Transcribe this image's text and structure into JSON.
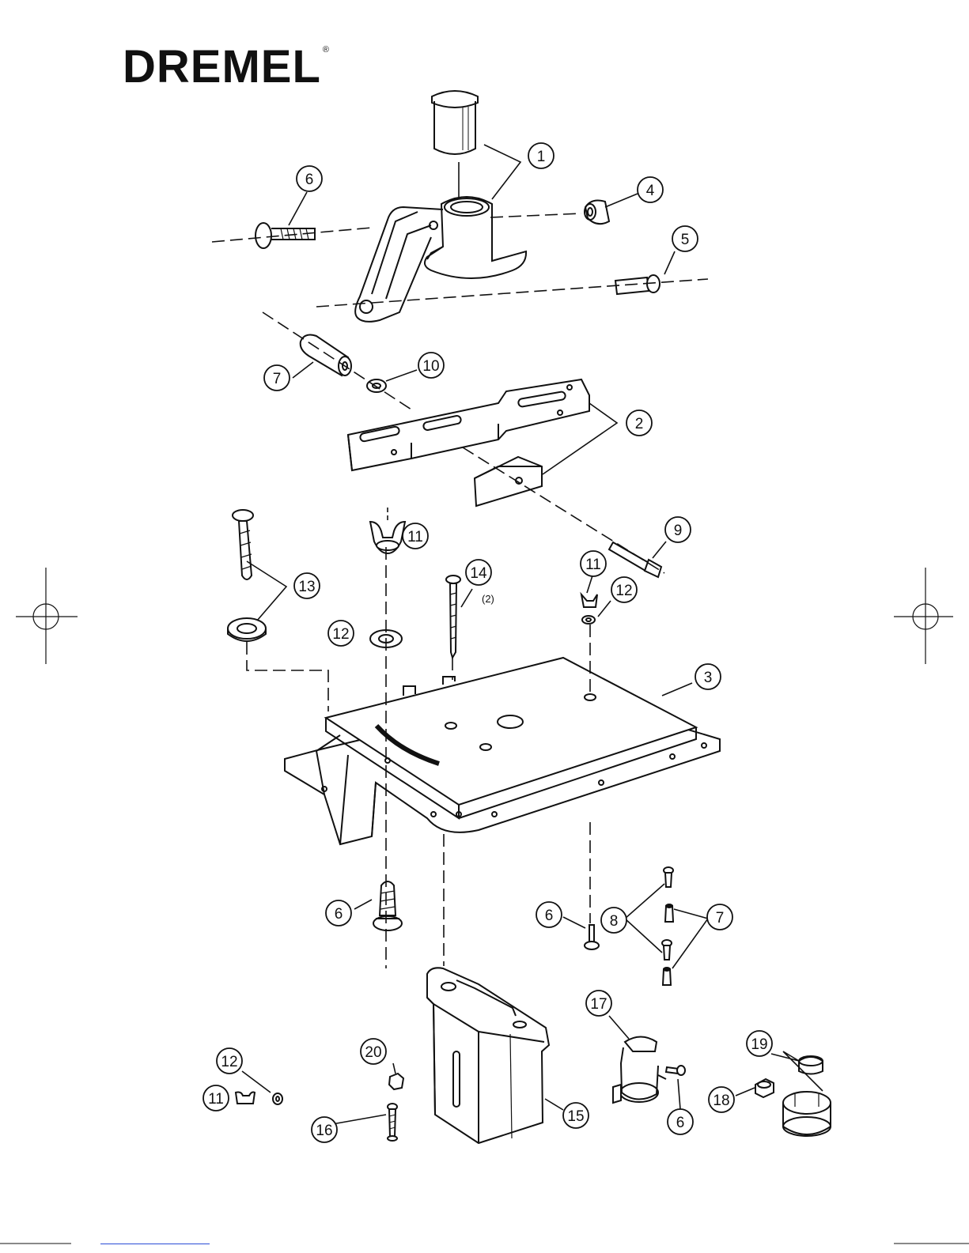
{
  "brand": {
    "name": "DREMEL",
    "mark": "®"
  },
  "callouts": [
    {
      "id": "c1",
      "num": "1"
    },
    {
      "id": "c2",
      "num": "2"
    },
    {
      "id": "c3",
      "num": "3"
    },
    {
      "id": "c4",
      "num": "4"
    },
    {
      "id": "c5",
      "num": "5"
    },
    {
      "id": "c6a",
      "num": "6"
    },
    {
      "id": "c6b",
      "num": "6"
    },
    {
      "id": "c6c",
      "num": "6"
    },
    {
      "id": "c6d",
      "num": "6"
    },
    {
      "id": "c7a",
      "num": "7"
    },
    {
      "id": "c7b",
      "num": "7"
    },
    {
      "id": "c8",
      "num": "8"
    },
    {
      "id": "c9",
      "num": "9"
    },
    {
      "id": "c10",
      "num": "10"
    },
    {
      "id": "c11a",
      "num": "11"
    },
    {
      "id": "c11b",
      "num": "11"
    },
    {
      "id": "c11c",
      "num": "11"
    },
    {
      "id": "c12a",
      "num": "12"
    },
    {
      "id": "c12b",
      "num": "12"
    },
    {
      "id": "c12c",
      "num": "12"
    },
    {
      "id": "c13",
      "num": "13"
    },
    {
      "id": "c14",
      "num": "14"
    },
    {
      "id": "c15",
      "num": "15"
    },
    {
      "id": "c16",
      "num": "16"
    },
    {
      "id": "c17",
      "num": "17"
    },
    {
      "id": "c18",
      "num": "18"
    },
    {
      "id": "c19",
      "num": "19"
    },
    {
      "id": "c20",
      "num": "20"
    }
  ],
  "qty_note": "(2)"
}
